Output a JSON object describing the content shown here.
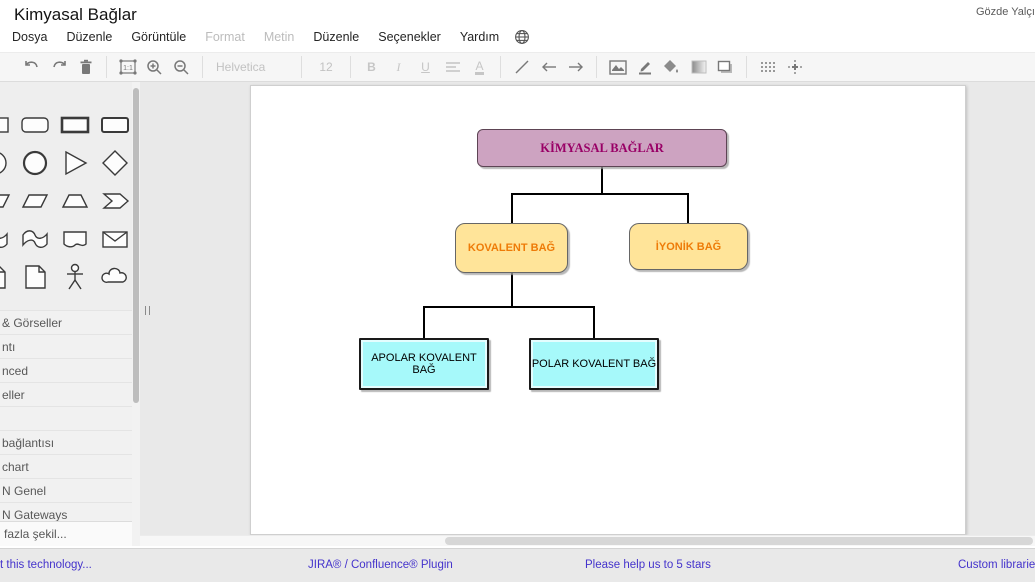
{
  "header": {
    "title": "Kimyasal Bağlar",
    "user": "Gözde Yalçın",
    "menus": [
      {
        "label": "Dosya",
        "enabled": true
      },
      {
        "label": "Düzenle",
        "enabled": true
      },
      {
        "label": "Görüntüle",
        "enabled": true
      },
      {
        "label": "Format",
        "enabled": false
      },
      {
        "label": "Metin",
        "enabled": false
      },
      {
        "label": "Düzenle",
        "enabled": true
      },
      {
        "label": "Seçenekler",
        "enabled": true
      },
      {
        "label": "Yardım",
        "enabled": true
      }
    ]
  },
  "toolbar": {
    "font_name": "Helvetica",
    "font_size": "12",
    "actual_size_label": "1:1",
    "bold_label": "B",
    "italic_label": "I",
    "underline_label": "U",
    "font_color_label": "A"
  },
  "sidebar": {
    "sections": [
      {
        "label": "& Görseller"
      },
      {
        "label": "ntı"
      },
      {
        "label": "nced"
      },
      {
        "label": "eller"
      },
      {
        "label": ""
      },
      {
        "label": "bağlantısı"
      },
      {
        "label": "chart"
      },
      {
        "label": "N Genel"
      },
      {
        "label": "N Gateways"
      }
    ],
    "more_shapes": "fazla şekil..."
  },
  "canvas": {
    "nodes": [
      {
        "id": "root",
        "label": "KİMYASAL BAĞLAR",
        "fill": "#cda3c1",
        "border": "#5d4454",
        "text": "#990066"
      },
      {
        "id": "kovalent",
        "label": "KOVALENT BAĞ",
        "fill": "#ffe499",
        "border": "#666666",
        "text": "#ee7b08"
      },
      {
        "id": "iyonik",
        "label": "İYONİK BAĞ",
        "fill": "#ffe499",
        "border": "#666666",
        "text": "#ee7b08"
      },
      {
        "id": "apolar",
        "label": "APOLAR KOVALENT BAĞ",
        "fill": "#a6f9fa",
        "border": "#1a1a1a",
        "text": "#000000"
      },
      {
        "id": "polar",
        "label": "POLAR KOVALENT BAĞ",
        "fill": "#a6f9fa",
        "border": "#1a1a1a",
        "text": "#000000"
      }
    ],
    "edges": [
      [
        "root",
        "kovalent"
      ],
      [
        "root",
        "iyonik"
      ],
      [
        "kovalent",
        "apolar"
      ],
      [
        "kovalent",
        "polar"
      ]
    ]
  },
  "footer": {
    "links": [
      "t this technology...",
      "JIRA® / Confluence® Plugin",
      "Please help us to 5 stars",
      "Custom libraries"
    ]
  }
}
